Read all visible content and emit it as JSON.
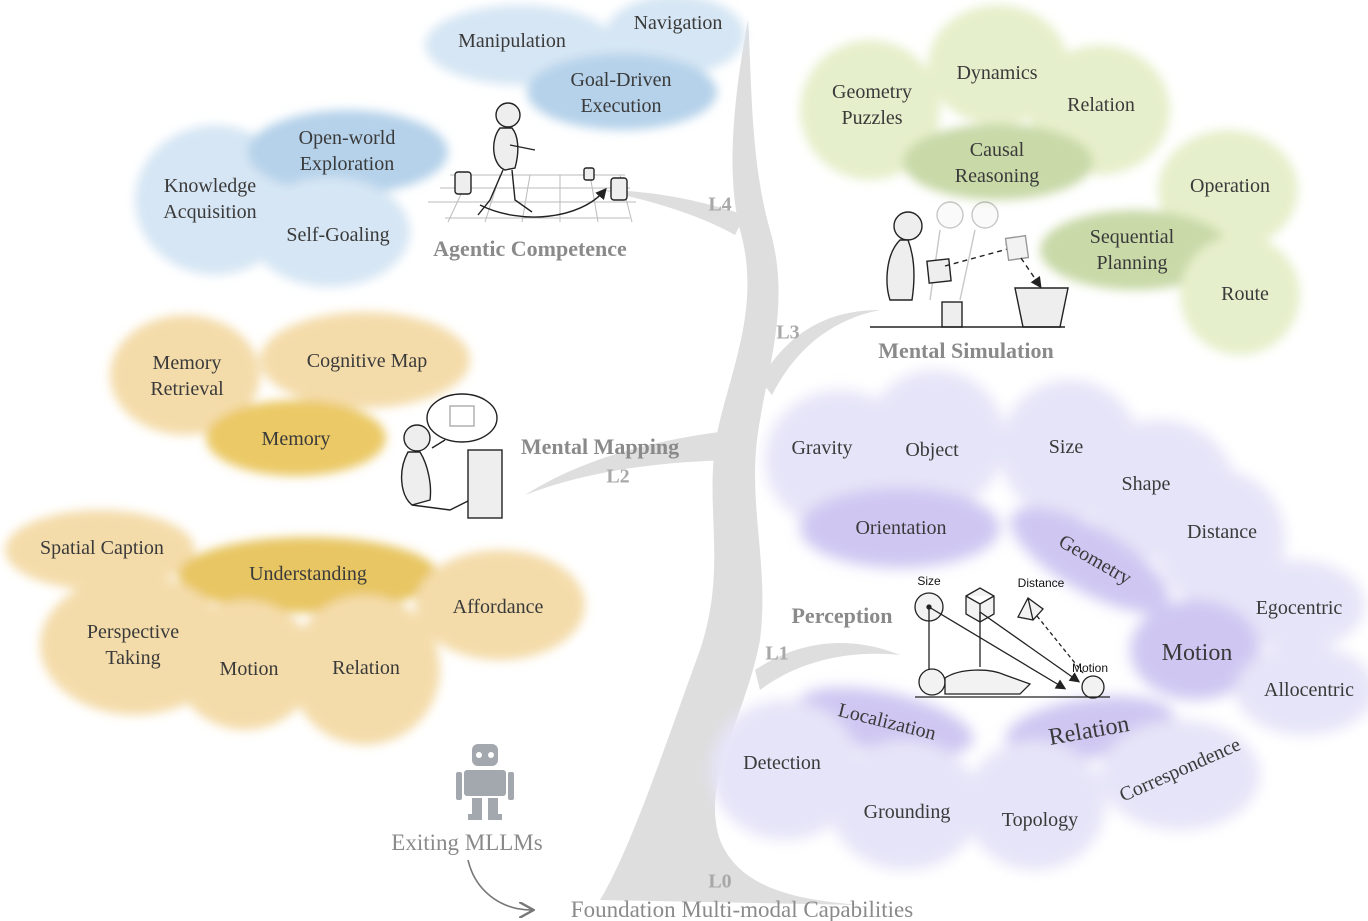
{
  "palette": {
    "agentic": "#c9def0",
    "agentic_core": "#a9cbe6",
    "simulation": "#e3edc4",
    "simulation_core": "#c6d6a2",
    "mapping": "#f3d9a6",
    "mapping_core": "#e8c863",
    "perception": "#e3e2f8",
    "perception_core": "#cbc3f0",
    "trunk": "#dedede",
    "title_gray": "#8a8a8a"
  },
  "levels": {
    "l0": "L0",
    "l1": "L1",
    "l2": "L2",
    "l3": "L3",
    "l4": "L4"
  },
  "titles": {
    "agentic": "Agentic Competence",
    "simulation": "Mental Simulation",
    "mapping": "Mental Mapping",
    "perception": "Perception"
  },
  "agentic": {
    "manipulation": "Manipulation",
    "navigation": "Navigation",
    "goal_driven_1": "Goal-Driven",
    "goal_driven_2": "Execution",
    "open_world_1": "Open-world",
    "open_world_2": "Exploration",
    "knowledge_1": "Knowledge",
    "knowledge_2": "Acquisition",
    "self_goaling": "Self-Goaling"
  },
  "simulation": {
    "geometry_1": "Geometry",
    "geometry_2": "Puzzles",
    "dynamics": "Dynamics",
    "relation": "Relation",
    "causal_1": "Causal",
    "causal_2": "Reasoning",
    "operation": "Operation",
    "sequential_1": "Sequential",
    "sequential_2": "Planning",
    "route": "Route"
  },
  "mapping": {
    "memory_retrieval_1": "Memory",
    "memory_retrieval_2": "Retrieval",
    "cognitive_map": "Cognitive Map",
    "memory": "Memory",
    "spatial_caption": "Spatial Caption",
    "understanding": "Understanding",
    "affordance": "Affordance",
    "perspective_1": "Perspective",
    "perspective_2": "Taking",
    "motion": "Motion",
    "relation": "Relation"
  },
  "perception": {
    "gravity": "Gravity",
    "object": "Object",
    "orientation": "Orientation",
    "size": "Size",
    "shape": "Shape",
    "distance": "Distance",
    "geometry": "Geometry",
    "egocentric": "Egocentric",
    "motion": "Motion",
    "allocentric": "Allocentric",
    "localization": "Localization",
    "relation": "Relation",
    "detection": "Detection",
    "grounding": "Grounding",
    "topology": "Topology",
    "correspondence": "Correspondence",
    "illus_size": "Size",
    "illus_distance": "Distance",
    "illus_motion": "Motion"
  },
  "footer": {
    "robot_label": "Exiting MLLMs",
    "foundation": "Foundation Multi-modal Capabilities"
  }
}
